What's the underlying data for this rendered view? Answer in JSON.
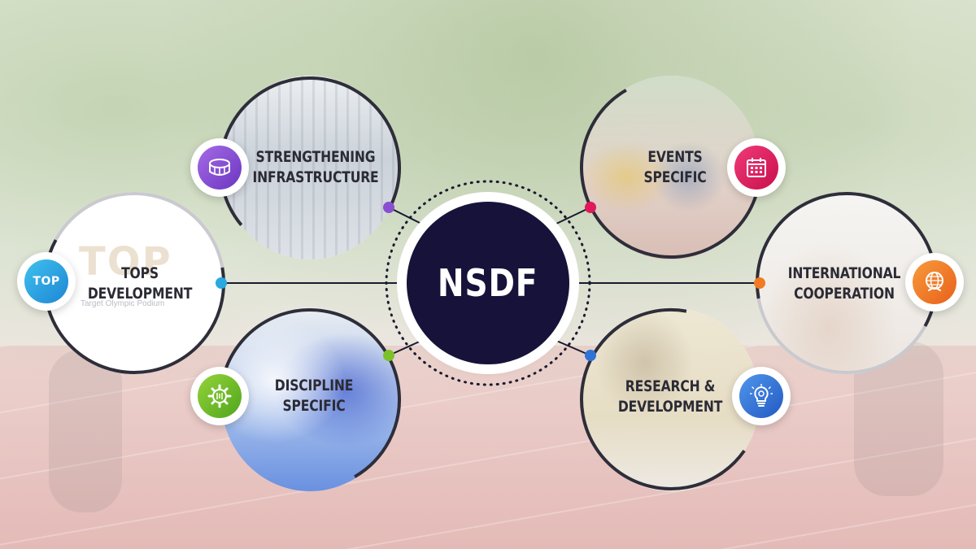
{
  "center": {
    "title": "NSDF"
  },
  "nodes": [
    {
      "id": "tops",
      "lines": [
        "TOPS",
        "DEVELOPMENT"
      ],
      "icon": "tops-logo-icon",
      "icon_text": "TOP",
      "watermark": "Target Olympic Podium",
      "color": "#2aa8e0"
    },
    {
      "id": "infrastructure",
      "lines": [
        "STRENGTHENING",
        "INFRASTRUCTURE"
      ],
      "icon": "stadium-icon",
      "color": "#8a4fd0"
    },
    {
      "id": "discipline",
      "lines": [
        "DISCIPLINE",
        "SPECIFIC"
      ],
      "icon": "gear-icon",
      "color": "#7bc12b"
    },
    {
      "id": "events",
      "lines": [
        "EVENTS",
        "SPECIFIC"
      ],
      "icon": "calendar-icon",
      "color": "#e0195a"
    },
    {
      "id": "international",
      "lines": [
        "INTERNATIONAL",
        "COOPERATION"
      ],
      "icon": "globe-handshake-icon",
      "color": "#f27a22"
    },
    {
      "id": "research",
      "lines": [
        "RESEARCH &",
        "DEVELOPMENT"
      ],
      "icon": "lightbulb-gear-icon",
      "color": "#2f73d6"
    }
  ]
}
